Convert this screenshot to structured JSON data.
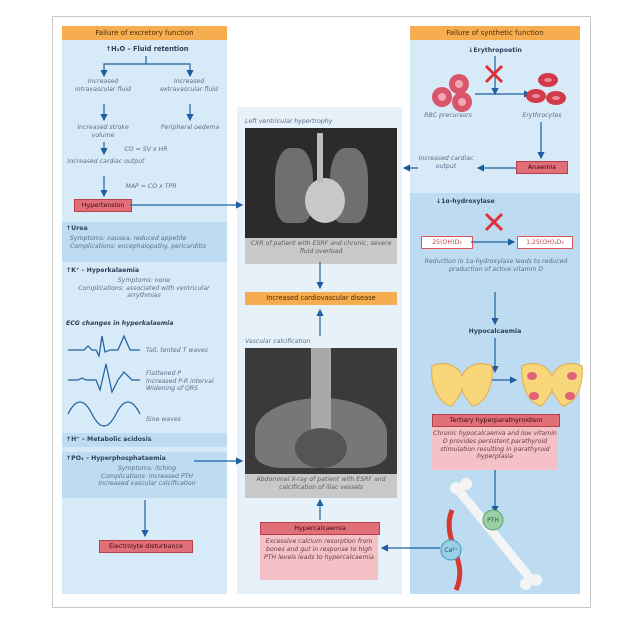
{
  "excretory": {
    "header": "Failure of excretory function",
    "fluid_retention": "↑H₂O – Fluid retention",
    "intravascular": "Increased intravascular fluid",
    "extravascular": "Increased extravascular fluid",
    "stroke_volume": "Increased stroke volume",
    "oedema": "Peripheral oedema",
    "co_formula": "CO = SV x HR",
    "cardiac_output": "Increased cardiac output",
    "map_formula": "MAP = CO x TPR",
    "hypertension": "Hypertension",
    "urea_title": "↑Urea",
    "urea_text": "Symptoms: nausea, reduced appetite\nComplications: encephalopathy, pericarditis",
    "k_title": "↑K⁺ – Hyperkalaemia",
    "k_text": "Symptoms: none\nComplications: associated with ventricular arrythmias",
    "ecg_title": "ECG changes in hyperkalaemia",
    "ecg_1": "Tall, tented T waves",
    "ecg_2": "Flattened P\nIncreased P-R interval\nWidening of QRS",
    "ecg_3": "Sine waves",
    "acidosis": "↑H⁺ – Metabolic acidosis",
    "po4_title": "↑PO₄ – Hyperphosphataemia",
    "po4_text": "Symptoms: itching\nComplications: increased PTH\nIncreased vascular calcification",
    "electrolyte": "Electrolyte disturbance"
  },
  "center": {
    "lvh": "Left ventricular hypertrophy",
    "cxr_caption": "CXR of patient with ESRF and chronic, severe fluid overload",
    "cvd": "Increased cardiovascular disease",
    "vascular": "Vascular calcification",
    "axr_caption": "Abdominal X-ray of patient with ESRF and calcification of iliac vessels",
    "hyperca_title": "Hypercalcaemia",
    "hyperca_text": "Excessive calcium resorption from bones and gut in response to high PTH levels leads to hypercalcaemia"
  },
  "synthetic": {
    "header": "Failure of synthetic function",
    "epo": "↓Erythropoetin",
    "rbc": "RBC precursors",
    "erythro": "Erythrocytes",
    "cardiac_output": "Increased cardiac output",
    "anaemia": "Anaemia",
    "hydroxylase": "↓1α-hydroxylase",
    "vitd_left": "25(OH)D₃",
    "vitd_right": "1,25(OH)₂D₃",
    "vitd_text": "Reduction in 1α-hydroxylase leads to reduced production of active vitamin D",
    "hypoca": "Hypocalcaemia",
    "tertiary_title": "Tertiary hyperparathyroidism",
    "tertiary_text": "Chronic hypocalcaemia and low vitamin D provides persistent parathyroid stimulation resulting in parathyroid hyperplasia",
    "pth": "PTH",
    "ca": "Ca²⁺"
  }
}
